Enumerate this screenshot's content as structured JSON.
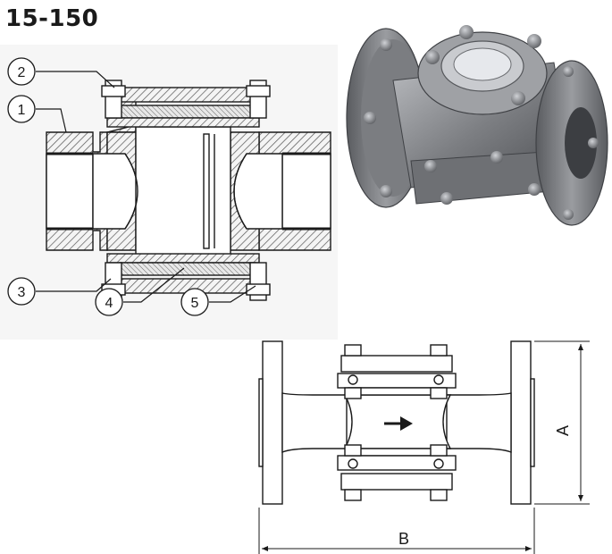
{
  "title": "15-150",
  "callouts": [
    "1",
    "2",
    "3",
    "4",
    "5"
  ],
  "dimensions": {
    "height_label": "A",
    "length_label": "B"
  },
  "colors": {
    "line": "#1a1a1a",
    "hatch": "#555555",
    "photo_body": "#7d7f83",
    "photo_dark": "#4b4d51",
    "photo_light": "#b9bbbf"
  },
  "icons": [
    "flow-arrow-icon"
  ]
}
